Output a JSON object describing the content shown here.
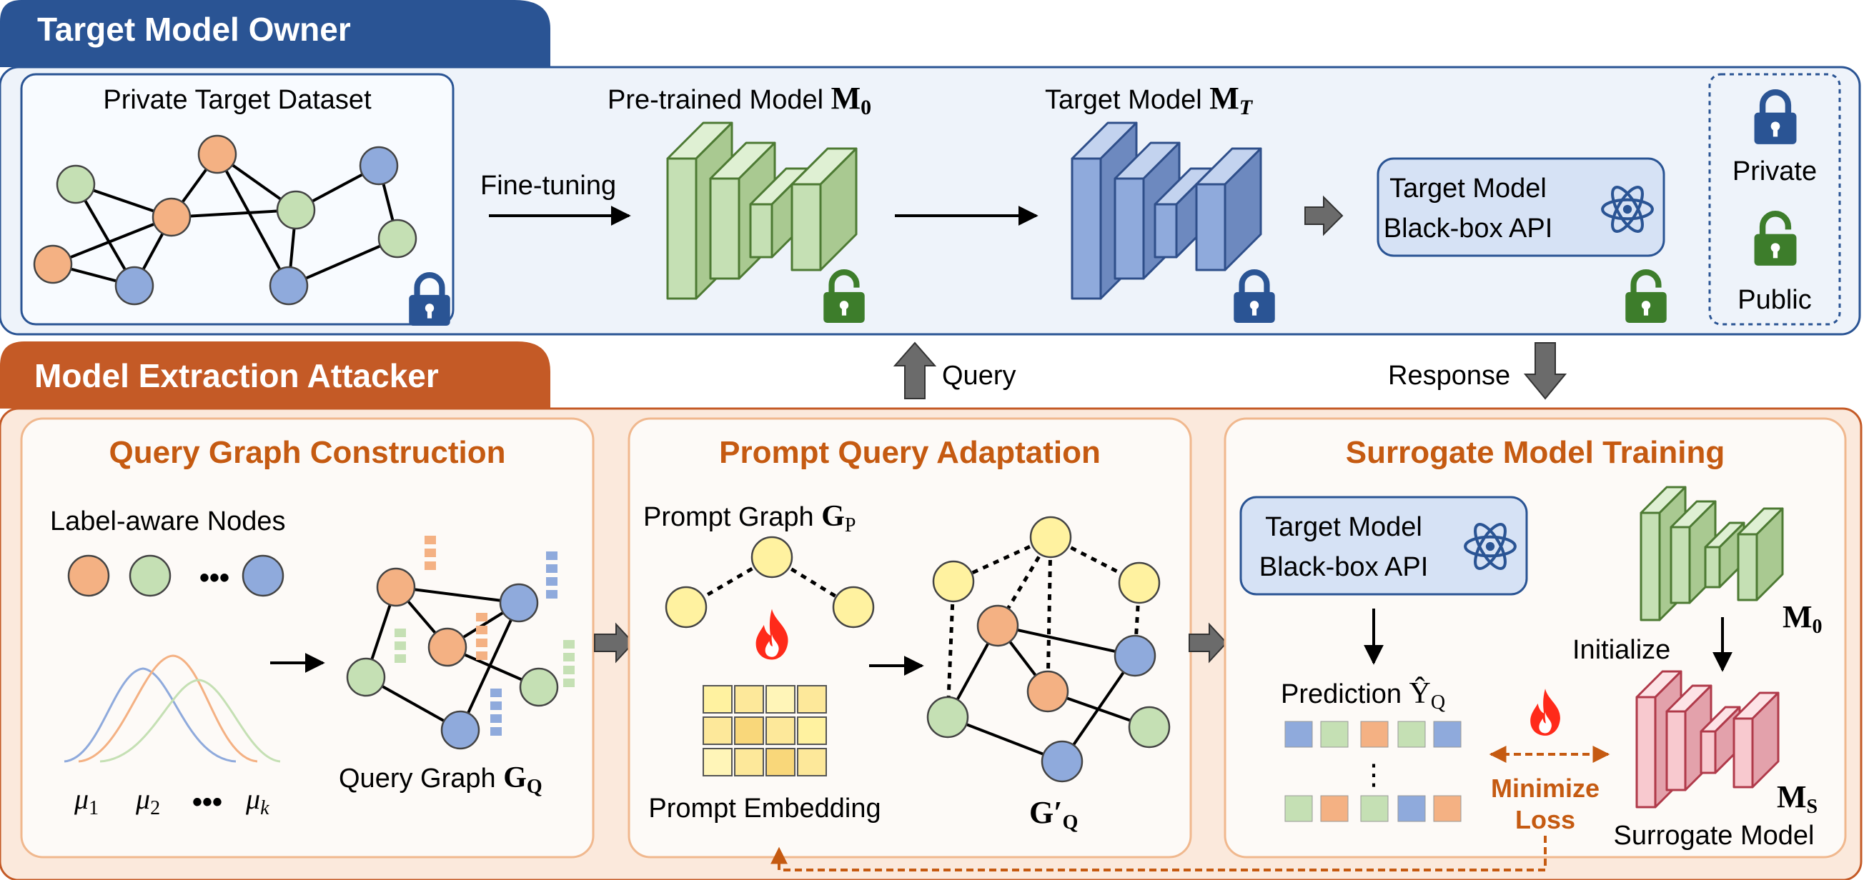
{
  "colors": {
    "owner_blue": "#2a5494",
    "owner_bg": "#eef3fa",
    "attacker_orange": "#c45a26",
    "attacker_bg": "#fbe9dc",
    "green_node": "#c5e0b4",
    "orange_node": "#f4b183",
    "blue_node": "#8faadc",
    "yellow_node": "#fff2a0",
    "green_block": "#c5e0b4",
    "blue_block": "#8faadc",
    "pink_block": "#f8c9cf",
    "title_orange": "#c55a11"
  },
  "owner": {
    "header": "Target Model Owner",
    "dataset_title": "Private Target Dataset",
    "finetune_label": "Fine-tuning",
    "pretrained_label": "Pre-trained Model",
    "pretrained_sym": "M",
    "pretrained_sub": "0",
    "target_label": "Target Model",
    "target_sym": "M",
    "target_sub": "T",
    "api_line1": "Target Model",
    "api_line2": "Black-box API",
    "legend_private": "Private",
    "legend_public": "Public"
  },
  "flow": {
    "query": "Query",
    "response": "Response"
  },
  "attacker": {
    "header": "Model Extraction Attacker",
    "panel1": {
      "title": "Query Graph Construction",
      "nodes_label": "Label-aware Nodes",
      "dots": "•••",
      "mu": "μ",
      "mu1": "1",
      "mu2": "2",
      "muk": "k",
      "graph_label": "Query Graph",
      "graph_sym": "G",
      "graph_sub": "Q"
    },
    "panel2": {
      "title": "Prompt Query Adaptation",
      "prompt_graph": "Prompt Graph",
      "prompt_sym": "G",
      "prompt_sub": "P",
      "embedding_label": "Prompt Embedding",
      "adapted_sym": "G′",
      "adapted_sub": "Q"
    },
    "panel3": {
      "title": "Surrogate Model Training",
      "api_line1": "Target Model",
      "api_line2": "Black-box API",
      "m0_sym": "M",
      "m0_sub": "0",
      "initialize": "Initialize",
      "prediction": "Prediction",
      "pred_sym": "Ŷ",
      "pred_sub": "Q",
      "vdots": "⋮",
      "minimize1": "Minimize",
      "minimize2": "Loss",
      "ms_sym": "M",
      "ms_sub": "S",
      "surrogate": "Surrogate Model"
    }
  }
}
